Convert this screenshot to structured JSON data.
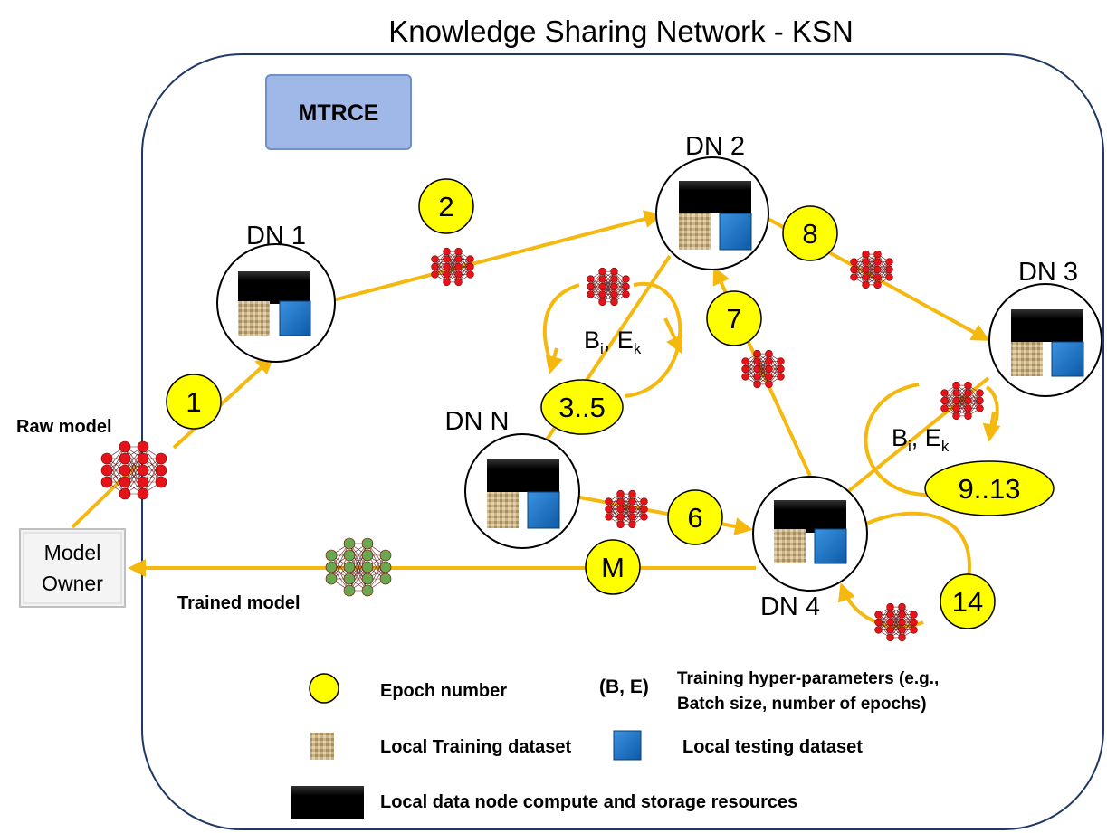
{
  "title": "Knowledge Sharing Network - KSN",
  "box_label": "MTRCE",
  "nodes": {
    "dn1": "DN 1",
    "dn2": "DN 2",
    "dn3": "DN 3",
    "dn4": "DN 4",
    "dnn": "DN N"
  },
  "model_owner": {
    "line1": "Model",
    "line2": "Owner"
  },
  "raw_model_label": "Raw model",
  "trained_model_label": "Trained model",
  "epochs": {
    "e1": "1",
    "e2": "2",
    "e3_5": "3..5",
    "e6": "6",
    "e7": "7",
    "e8": "8",
    "e9_13": "9..13",
    "e14": "14",
    "eM": "M"
  },
  "hyper_label_a": {
    "b": "B",
    "b_sub": "i",
    "sep": ", E",
    "e_sub": "k"
  },
  "hyper_label_b": {
    "b": "B",
    "b_sub": "i",
    "sep": ", E",
    "e_sub": "k"
  },
  "legend": {
    "epoch": "Epoch number",
    "be": "(B, E)",
    "hyper_line1": "Training hyper-parameters (e.g.,",
    "hyper_line2": "Batch size, number of epochs)",
    "train": "Local Training dataset",
    "test": "Local testing dataset",
    "compute": "Local data node compute and storage resources"
  },
  "colors": {
    "arrow": "#f5b80e",
    "epoch_fill": "#ffff00",
    "mtrce_fill": "#9fb8e8",
    "frame_stroke": "#1f3864",
    "test_blue": "#1a6fc4",
    "train_tan": "#c9b48a",
    "neuron_red": "#e5141b",
    "neuron_green": "#6aa84f"
  }
}
